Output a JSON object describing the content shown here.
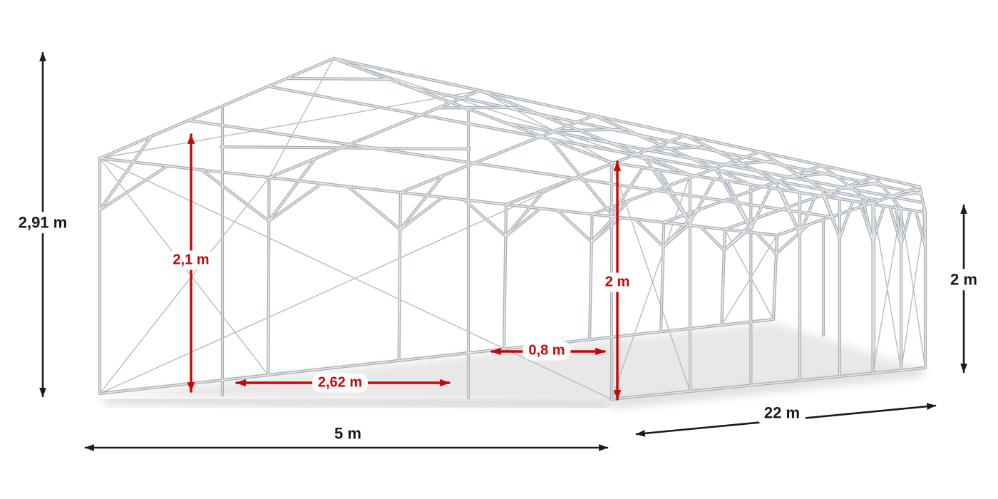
{
  "illustration": {
    "name": "Storage tent steel frame construction with dimensions",
    "colors": {
      "frame_base": "#a9b0b6",
      "frame_highlight": "#e7eaec",
      "cable": "#b6bcc2",
      "accent_red": "#c90606",
      "dimension_black": "#1a1a1a",
      "shadow": "rgba(17,17,17,0.09)"
    }
  },
  "dimensions": {
    "total_height": "2,91 m",
    "entrance_height": "2,1 m",
    "inner_height": "2 m",
    "entrance_offset": "0,8 m",
    "entrance_width": "2,62 m",
    "side_height": "2 m",
    "width": "5 m",
    "length": "22 m"
  }
}
